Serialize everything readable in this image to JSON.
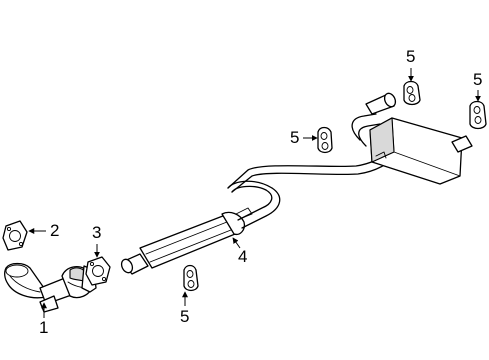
{
  "callouts": {
    "c1": "1",
    "c2": "2",
    "c3": "3",
    "c4": "4",
    "c5a": "5",
    "c5b": "5",
    "c5c": "5",
    "c5d": "5"
  }
}
